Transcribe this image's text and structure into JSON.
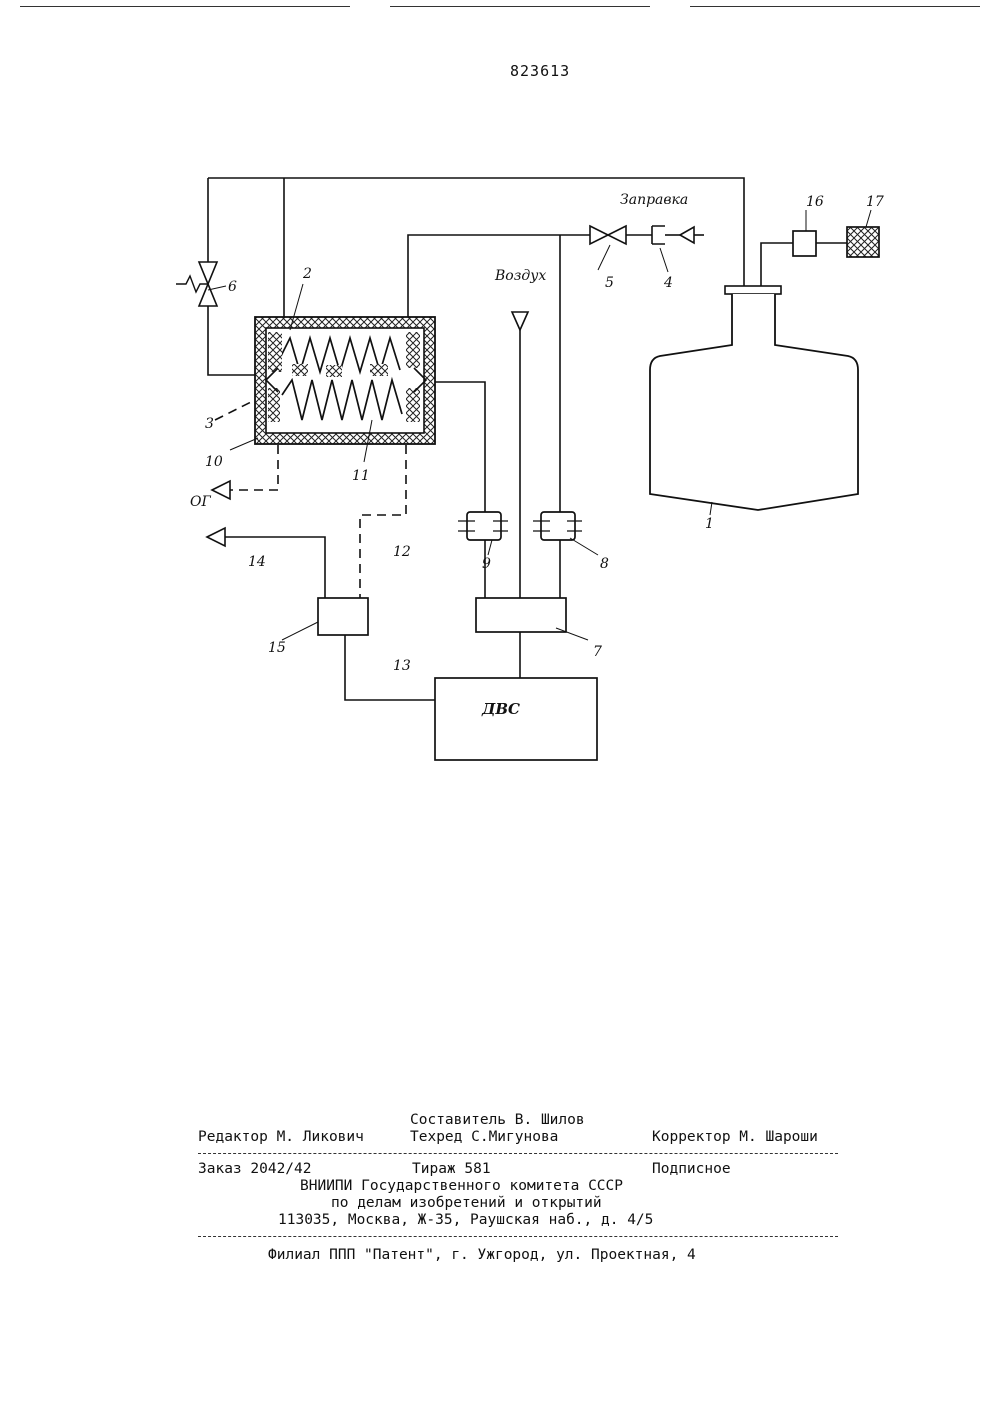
{
  "header": {
    "patent_number": "823613"
  },
  "diagram": {
    "labels": {
      "refuel": "Заправка",
      "air": "Воздух",
      "exhaust": "ОГ",
      "engine": "ДВС",
      "n1": "1",
      "n2": "2",
      "n3": "3",
      "n4": "4",
      "n5": "5",
      "n6": "6",
      "n7": "7",
      "n8": "8",
      "n9": "9",
      "n10": "10",
      "n11": "11",
      "n12": "12",
      "n13": "13",
      "n14": "14",
      "n15": "15",
      "n16": "16",
      "n17": "17"
    }
  },
  "imprint": {
    "compiler": "Составитель В. Шилов",
    "editor": "Редактор М. Ликович",
    "techred": "Техред С.Мигунова",
    "corrector": "Корректор М. Шароши",
    "order": "Заказ 2042/42",
    "circulation": "Тираж 581",
    "subscription": "Подписное",
    "org": "ВНИИПИ Государственного комитета СССР",
    "dept": "по делам изобретений и открытий",
    "address": "113035, Москва, Ж-35, Раушская наб., д. 4/5",
    "branch": "Филиал ППП \"Патент\", г. Ужгород, ул. Проектная, 4"
  }
}
